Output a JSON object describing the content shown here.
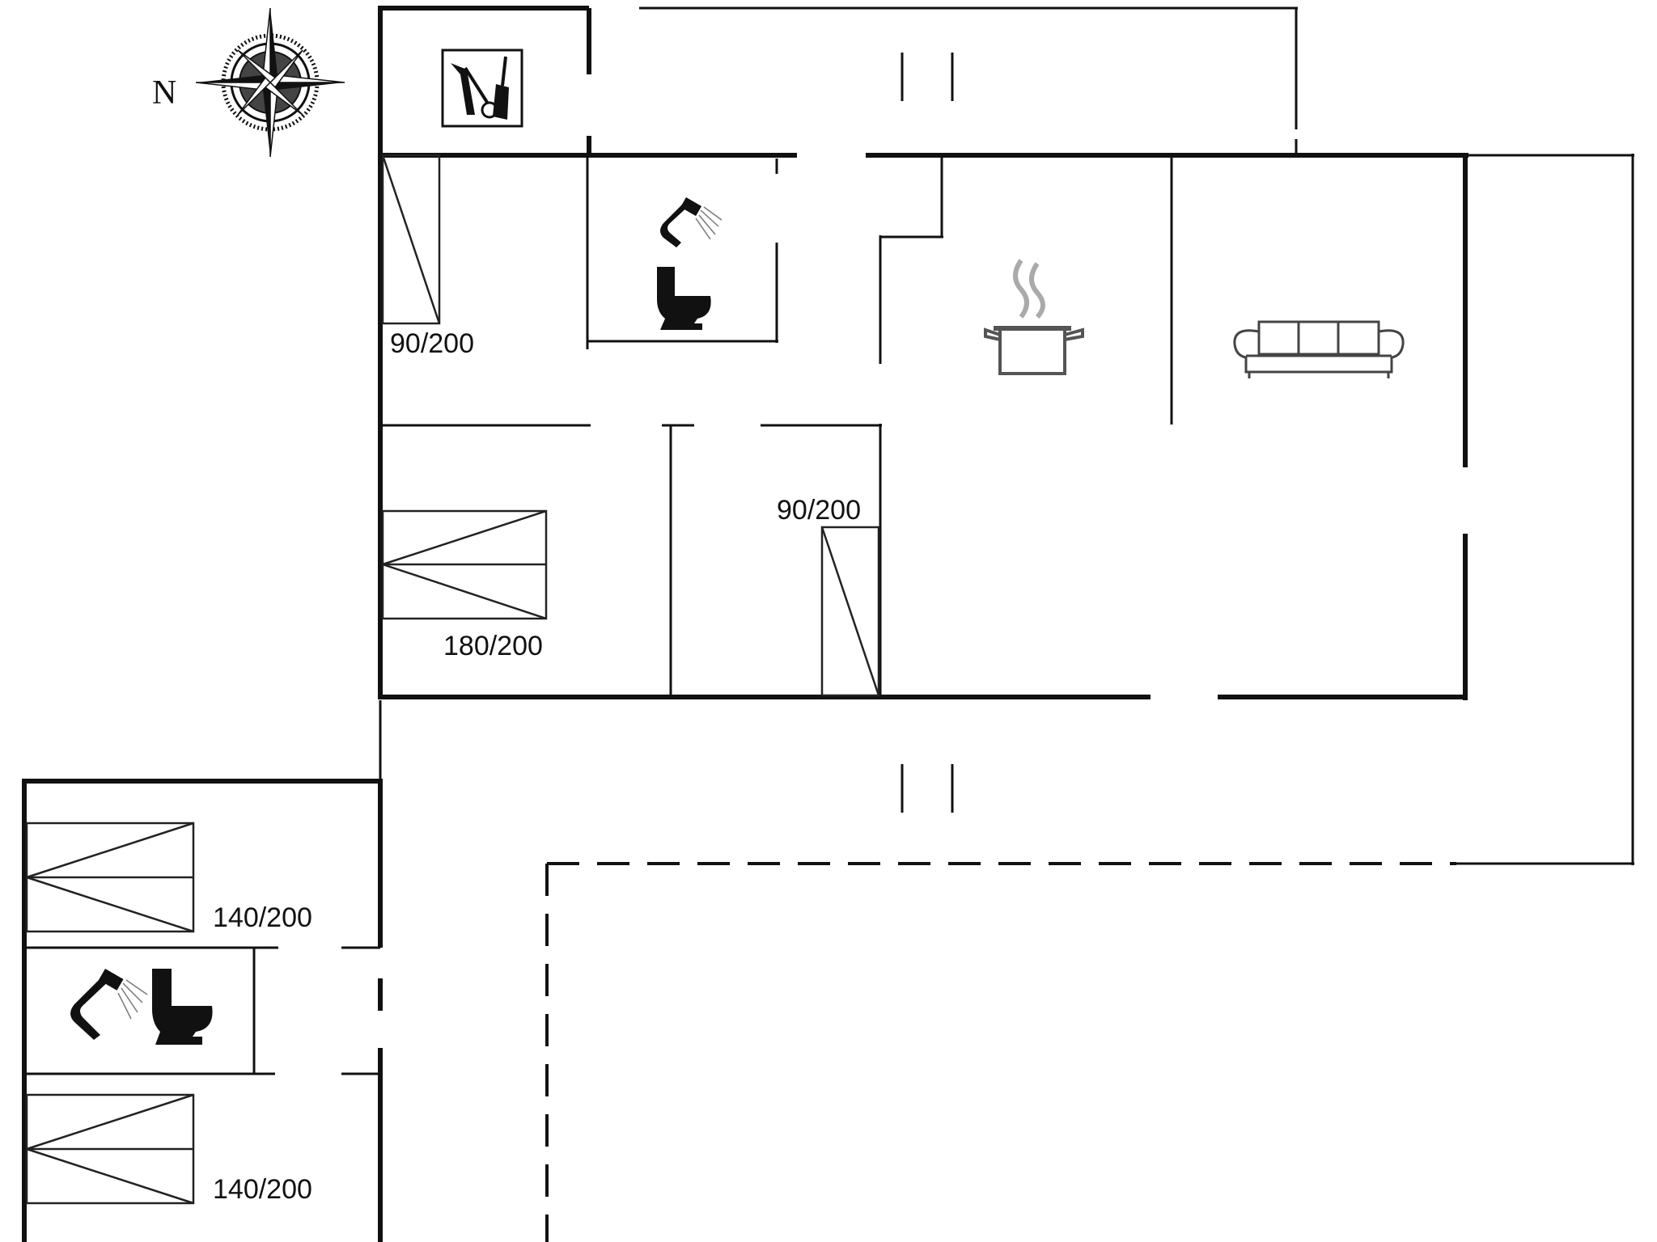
{
  "compass": {
    "north_label": "N"
  },
  "beds": [
    {
      "id": "bed-single-top",
      "size_label": "90/200"
    },
    {
      "id": "bed-double-center",
      "size_label": "180/200"
    },
    {
      "id": "bed-single-hall",
      "size_label": "90/200"
    },
    {
      "id": "bed-annex-upper",
      "size_label": "140/200"
    },
    {
      "id": "bed-annex-lower",
      "size_label": "140/200"
    }
  ],
  "icons": [
    "compass-icon",
    "utility-icon",
    "shower-icon",
    "toilet-icon",
    "cooking-pot-icon",
    "sofa-icon"
  ],
  "colors": {
    "lines": "#111111",
    "background": "#ffffff",
    "steam": "#aaaaaa"
  }
}
